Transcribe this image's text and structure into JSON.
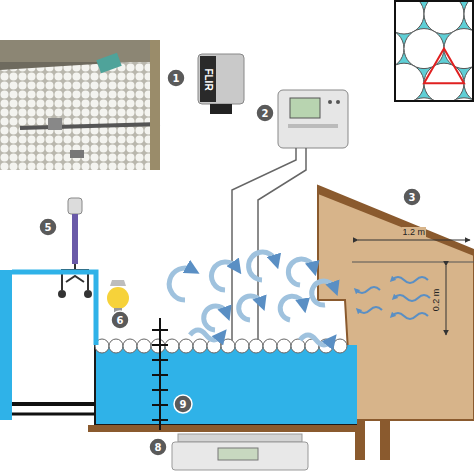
{
  "diagram": {
    "labels": [
      "1",
      "2",
      "3",
      "5",
      "6",
      "8",
      "9",
      "FLIR",
      "1.2 m",
      "0.2 m"
    ]
  }
}
